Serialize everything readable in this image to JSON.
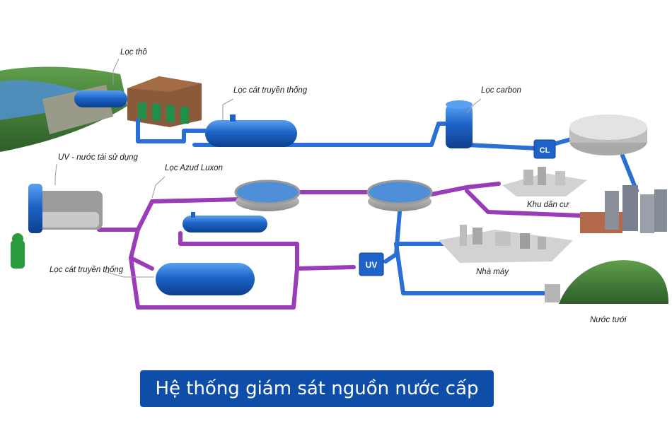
{
  "labels": {
    "loc_tho": "Lọc thô",
    "loc_cat_1": "Lọc cát truyền thống",
    "loc_carbon": "Lọc carbon",
    "uv_nuoc": "UV - nước tái sử dụng",
    "loc_azud": "Lọc Azud Luxon",
    "khu_dan_cu": "Khu dân cư",
    "loc_cat_2": "Lọc cát truyền thống",
    "nha_may": "Nhà máy",
    "nuoc_tuoi": "Nước tưới"
  },
  "tags": {
    "cl": "CL",
    "uv": "UV"
  },
  "caption": "Hệ thống giám sát nguồn nước cấp",
  "colors": {
    "blue_pipe": "#2a6fd6",
    "purple_pipe": "#9a3cb8",
    "equipment": "#1e64c8",
    "caption_bg": "#0e4ea8",
    "terrain": "#3f7f3a"
  }
}
